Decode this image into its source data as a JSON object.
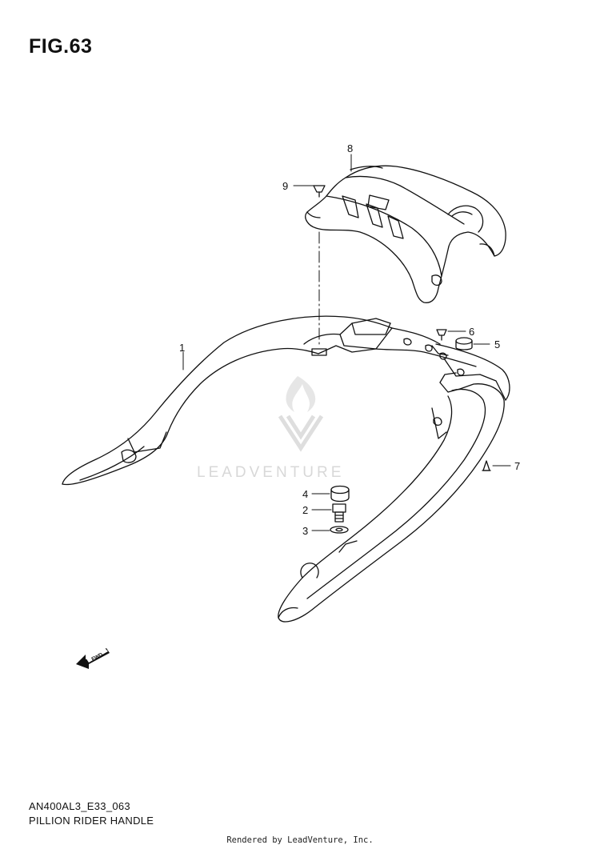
{
  "figure": {
    "title": "FIG.63",
    "model_code": "AN400AL3_E33_063",
    "caption": "PILLION RIDER HANDLE"
  },
  "callouts": [
    "1",
    "2",
    "3",
    "4",
    "5",
    "6",
    "7",
    "8",
    "9"
  ],
  "watermark": {
    "text": "LEADVENTURE",
    "color": "#d8d8d8"
  },
  "fwd_marker": {
    "label": "FWD",
    "icon": "forward-arrow-icon"
  },
  "footer": {
    "text": "Rendered by LeadVenture, Inc."
  },
  "colors": {
    "line": "#111111",
    "background": "#ffffff"
  }
}
